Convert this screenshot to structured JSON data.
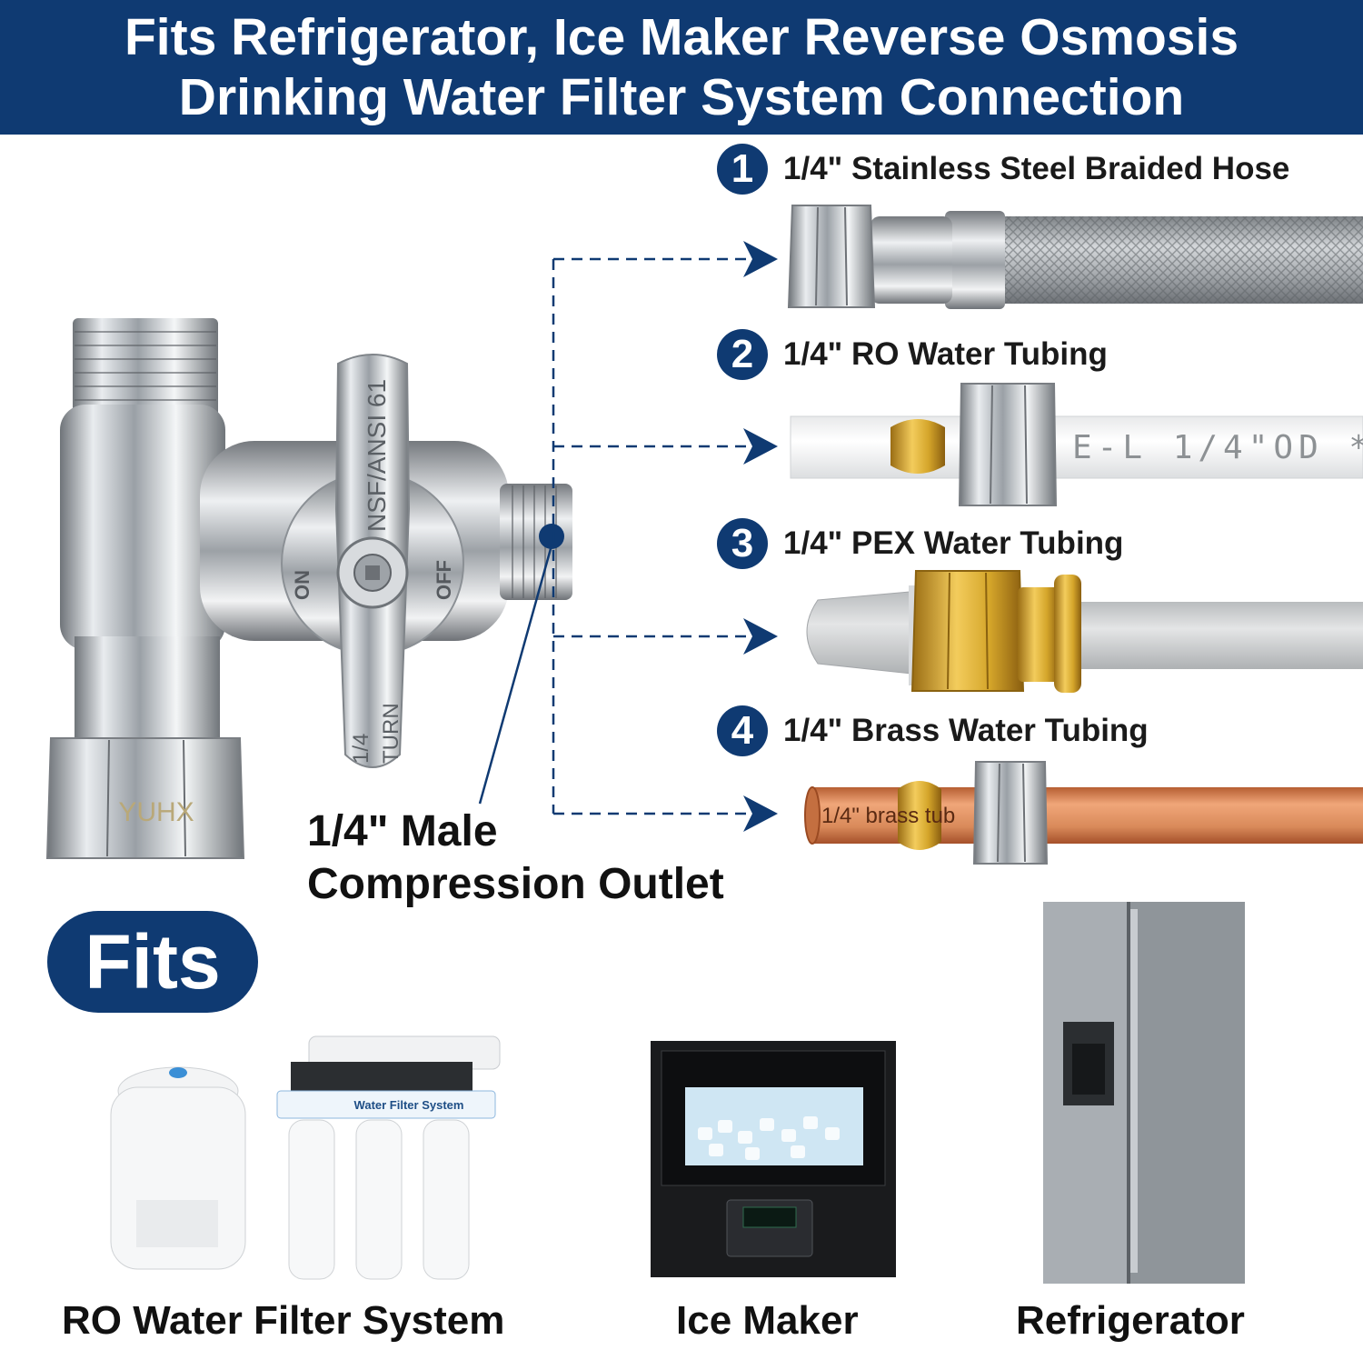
{
  "header": {
    "line1": "Fits Refrigerator, Ice Maker Reverse Osmosis",
    "line2": "Drinking Water Filter System  Connection"
  },
  "valve": {
    "brand_mark": "YUHX",
    "handle_text": "NSF/ANSI 61",
    "handle_turn_1": "1/4",
    "handle_turn_2": "TURN",
    "on_text": "ON",
    "off_text": "OFF",
    "outlet_label_line1": "1/4\" Male",
    "outlet_label_line2": "Compression Outlet"
  },
  "options": [
    {
      "number": "1",
      "label": "1/4\" Stainless Steel Braided Hose"
    },
    {
      "number": "2",
      "label": "1/4\" RO Water Tubing",
      "tube_print": "E-L  1/4\"OD  *"
    },
    {
      "number": "3",
      "label": "1/4\" PEX Water Tubing"
    },
    {
      "number": "4",
      "label": "1/4\" Brass Water Tubing",
      "tube_print": "1/4\" brass tub"
    }
  ],
  "fits": {
    "badge": "Fits",
    "items": [
      {
        "label": "RO Water Filter System",
        "product_text": "Water Filter System"
      },
      {
        "label": "Ice Maker"
      },
      {
        "label": "Refrigerator"
      }
    ]
  },
  "colors": {
    "brand_navy": "#0f3a72",
    "copper": "#d98a5a",
    "brass": "#d4a52a"
  }
}
